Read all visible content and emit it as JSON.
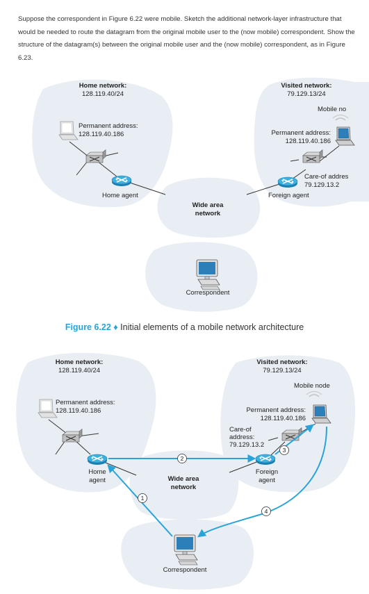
{
  "question": "Suppose the correspondent in Figure 6.22 were mobile. Sketch the additional network-layer infrastructure that would be needed to route the datagram from the original mobile user to the (now mobile) correspondent. Show the structure of the datagram(s) between the original mobile user and the (now mobile) correspondent, as in Figure 6.23.",
  "figure1": {
    "home_network_title": "Home network:",
    "home_network_prefix": "128.119.40/24",
    "visited_network_title": "Visited network:",
    "visited_network_prefix": "79.129.13/24",
    "mobile_node": "Mobile no",
    "perm_addr_label": "Permanent address:",
    "perm_addr_value": "128.119.40.186",
    "visited_perm_addr_label": "Permanent address:",
    "visited_perm_addr_value": "128.119.40.186",
    "care_of_label": "Care-of addres",
    "care_of_value": "79.129.13.2",
    "home_agent": "Home agent",
    "foreign_agent": "Foreign agent",
    "wide_area_1": "Wide area",
    "wide_area_2": "network",
    "correspondent": "Correspondent"
  },
  "caption": {
    "number": "Figure 6.22",
    "separator": "♦",
    "text": "Initial elements of a mobile network architecture"
  },
  "figure2": {
    "home_network_title": "Home network:",
    "home_network_prefix": "128.119.40/24",
    "visited_network_title": "Visited network:",
    "visited_network_prefix": "79.129.13/24",
    "mobile_node": "Mobile node",
    "perm_addr_label": "Permanent address:",
    "perm_addr_value": "128.119.40.186",
    "visited_perm_addr_label": "Permanent address:",
    "visited_perm_addr_value": "128.119.40.186",
    "care_of_1": "Care-of",
    "care_of_2": "address:",
    "care_of_value": "79.129.13.2",
    "home_agent_1": "Home",
    "home_agent_2": "agent",
    "foreign_agent_1": "Foreign",
    "foreign_agent_2": "agent",
    "wide_area_1": "Wide area",
    "wide_area_2": "network",
    "correspondent": "Correspondent",
    "step_numbers": [
      "1",
      "2",
      "3",
      "4"
    ]
  }
}
